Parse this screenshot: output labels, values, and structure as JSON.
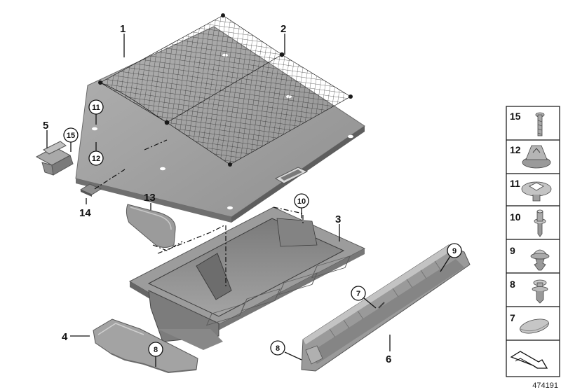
{
  "document_number": "474191",
  "colors": {
    "panel_fill": "#9e9e9e",
    "panel_dark": "#7d7d7d",
    "tray_fill": "#8c8c8c",
    "tray_dark": "#5f5f5f",
    "net": "#1a1a1a",
    "ink": "#111111"
  },
  "callouts": {
    "c1": "1",
    "c2": "2",
    "c3": "3",
    "c4": "4",
    "c5": "5",
    "c6": "6",
    "c7": "7",
    "c8a": "8",
    "c8b": "8",
    "c9": "9",
    "c10": "10",
    "c11": "11",
    "c12": "12",
    "c13": "13",
    "c14": "14",
    "c15": "15"
  },
  "parts_list": [
    {
      "num": "15",
      "icon": "screw-icon"
    },
    {
      "num": "12",
      "icon": "clip-nut-icon"
    },
    {
      "num": "11",
      "icon": "expanding-rivet-icon"
    },
    {
      "num": "10",
      "icon": "push-pin-icon"
    },
    {
      "num": "9",
      "icon": "fir-tree-clip-icon"
    },
    {
      "num": "8",
      "icon": "trim-clip-icon"
    },
    {
      "num": "7",
      "icon": "cover-cap-icon"
    },
    {
      "num": "",
      "icon": "orientation-arrow-icon"
    }
  ]
}
